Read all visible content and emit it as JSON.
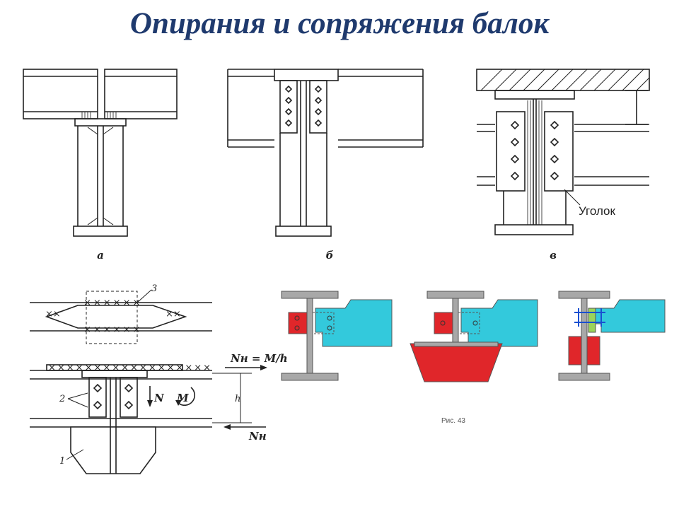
{
  "title": "Опирания и сопряжения балок",
  "diagram_a": {
    "label": "а"
  },
  "diagram_b": {
    "label": "б"
  },
  "diagram_v": {
    "label": "в",
    "callout": "Уголок"
  },
  "diagram_joint": {
    "label_1": "1",
    "label_2": "2",
    "label_3": "3",
    "formula": "Nн = M/h",
    "n_force": "N",
    "moment": "M",
    "height": "h",
    "n_bottom": "Nн"
  },
  "color_figure": {
    "caption": "Рис. 43"
  },
  "colors": {
    "title": "#1f3a6e",
    "steel": "#a8a8a8",
    "beam": "#33c9dc",
    "plate": "#e0262a",
    "angle": "#9bd35a",
    "bolt": "#1a4fd1"
  }
}
